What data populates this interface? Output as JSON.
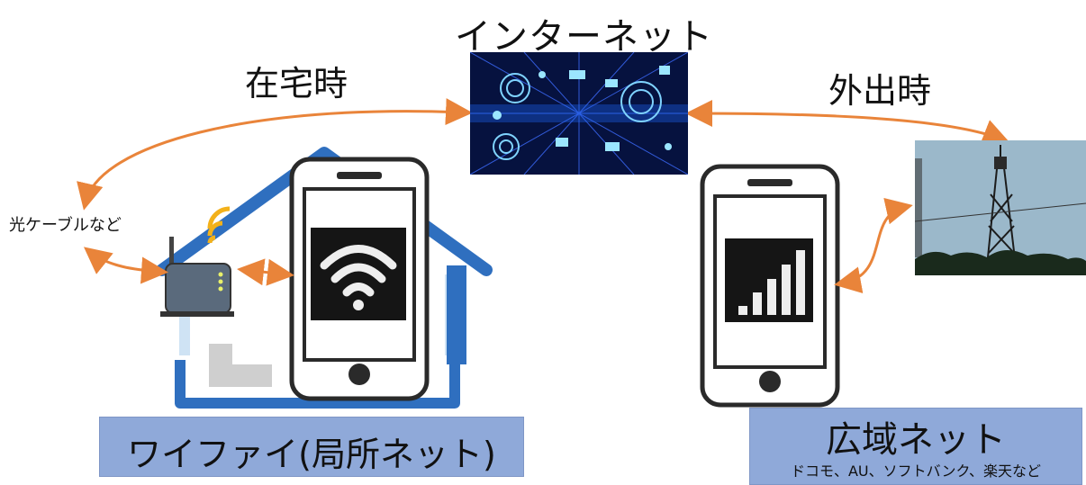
{
  "labels": {
    "internet": "インターネット",
    "at_home": "在宅時",
    "going_out": "外出時",
    "fiber": "光ケーブルなど"
  },
  "boxes": {
    "wifi": "ワイファイ(局所ネット)",
    "wide_area": "広域ネット",
    "carriers": "ドコモ、AU、ソフトバンク、楽天など"
  },
  "colors": {
    "arrow": "#e9843a",
    "house": "#2f6fbf",
    "box_fill": "#8fa9d9",
    "phone_outline": "#2a2a2a"
  },
  "icons": {
    "router": "wifi-router-icon",
    "wifi": "wifi-signal-icon",
    "cellular": "cellular-signal-icon",
    "network": "network-image",
    "tower": "cell-tower-image"
  }
}
